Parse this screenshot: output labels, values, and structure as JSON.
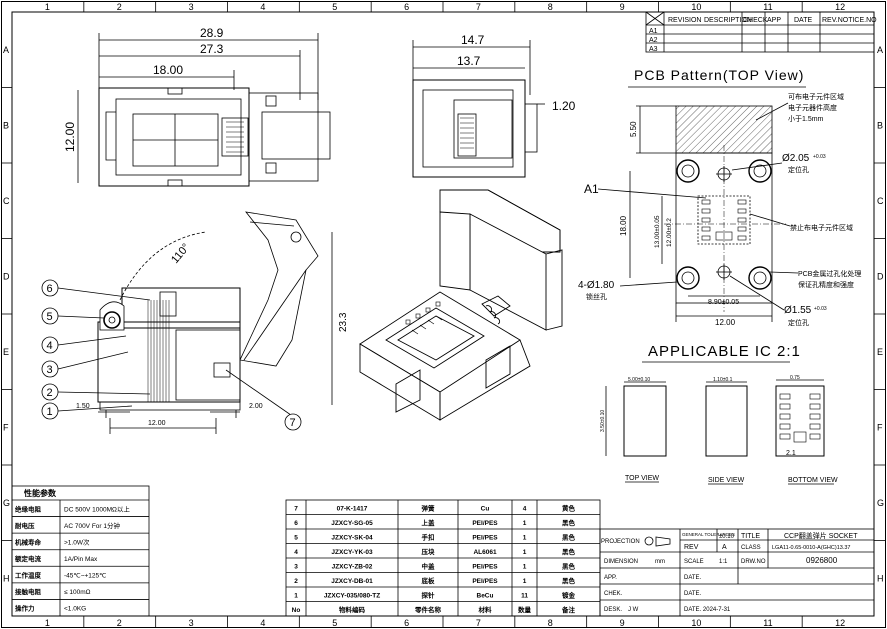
{
  "frame": {
    "cols": [
      "1",
      "2",
      "3",
      "4",
      "5",
      "6",
      "7",
      "8",
      "9",
      "10",
      "11",
      "12"
    ],
    "rows": [
      "A",
      "B",
      "C",
      "D",
      "E",
      "F",
      "G",
      "H"
    ]
  },
  "revision_table": {
    "headers": [
      "REVISION",
      "DESCRIPTION",
      "CHECK",
      "APP",
      "DATE",
      "REV.NOTICE.NO"
    ],
    "rows": [
      "A1",
      "A2",
      "A3"
    ]
  },
  "top_view_dims": {
    "d1": "28.9",
    "d2": "27.3",
    "d3": "18.00",
    "d4": "12.00"
  },
  "side_view_dims": {
    "d1": "14.7",
    "d2": "13.7",
    "d3": "1.20"
  },
  "pcb_pattern": {
    "title": "PCB Pattern(TOP View)",
    "dim_550": "5.50",
    "dim_1800": "18.00",
    "dim_1300": "13.00±0.05",
    "dim_1200v": "12.00±0.2",
    "dim_890": "8.90±0.05",
    "dim_1200": "12.00",
    "a1": "A1",
    "hole_a": "Ø2.05",
    "hole_a_tol": "+0.03",
    "hole_a_note": "定位孔",
    "hole_b": "4-Ø1.80",
    "hole_b_note": "锁丝孔",
    "hole_c": "Ø1.55",
    "hole_c_tol": "+0.03",
    "hole_c_note": "定位孔",
    "note1_l1": "可布电子元件区域",
    "note1_l2": "电子元器件高度",
    "note1_l3": "小于1.5mm",
    "note2": "禁止布电子元件区域",
    "note3_l1": "PCB金属过孔化处理",
    "note3_l2": "保证孔精度和强度"
  },
  "applicable_ic": {
    "title": "APPLICABLE IC 2:1",
    "top_view": "TOP VIEW",
    "side_view": "SIDE VIEW",
    "bottom_view": "BOTTOM VIEW",
    "dim_top": "5.00±0.10",
    "dim_side": "1.10±0.1",
    "dim_bottom": "0.75",
    "dim_bottom2": "2.1",
    "dim_left": "3.50±0.10"
  },
  "section_view": {
    "angle": "110°",
    "dim_233": "23.3",
    "dim_150": "1.50",
    "dim_1200": "12.00",
    "dim_200": "2.00",
    "callouts": [
      "1",
      "2",
      "3",
      "4",
      "5",
      "6",
      "7"
    ]
  },
  "spec_table": {
    "title": "性能参数",
    "rows": [
      [
        "绝缘电阻",
        "DC 500V  1000MΩ以上"
      ],
      [
        "耐电压",
        "AC 700V  For 1分钟"
      ],
      [
        "机械寿命",
        ">1.0W次"
      ],
      [
        "额定电流",
        "1A/Pin Max"
      ],
      [
        "工作温度",
        "-45℃~+125℃"
      ],
      [
        "接触电阻",
        "≤ 100mΩ"
      ],
      [
        "操作力",
        "<1.0KG"
      ]
    ]
  },
  "bom": {
    "rows": [
      [
        "7",
        "07-K-1417",
        "弹簧",
        "Cu",
        "4",
        "黄色"
      ],
      [
        "6",
        "JZXCY-SG-05",
        "上盖",
        "PEI/PES",
        "1",
        "黑色"
      ],
      [
        "5",
        "JZXCY-SK-04",
        "手扣",
        "PEI/PES",
        "1",
        "黑色"
      ],
      [
        "4",
        "JZXCY-YK-03",
        "压块",
        "AL6061",
        "1",
        "黑色"
      ],
      [
        "3",
        "JZXCY-ZB-02",
        "中盖",
        "PEI/PES",
        "1",
        "黑色"
      ],
      [
        "2",
        "JZXCY-DB-01",
        "底板",
        "PEI/PES",
        "1",
        "黑色"
      ],
      [
        "1",
        "JZXCY-035/080-TZ",
        "探针",
        "BeCu",
        "11",
        "镀金"
      ]
    ],
    "header": [
      "No",
      "物料编码",
      "零件名称",
      "材料",
      "数量",
      "备注"
    ]
  },
  "title_block": {
    "projection": "PROJECTION",
    "general_tol": "GENERAL TOLERANCES",
    "tol_value": "±0.10",
    "title_label": "TITLE",
    "title_value": "CCP翻盖弹片 SOCKET",
    "rev_label": "REV",
    "rev_value": "A",
    "class_label": "CLASS",
    "class_value": "LGA11-0.65-0010-A(GHC)13.37",
    "dimension_label": "DIMENSION",
    "dimension_unit": "mm",
    "scale_label": "SCALE",
    "scale_value": "1:1",
    "drw_label": "DRW.NO",
    "drw_value": "0926800",
    "app_label": "APP.",
    "chek_label": "CHEK.",
    "desk_label": "DESK.",
    "desk_value": "J W",
    "date_label": "DATE.",
    "date_value": "DATE. 2024-7-31"
  }
}
